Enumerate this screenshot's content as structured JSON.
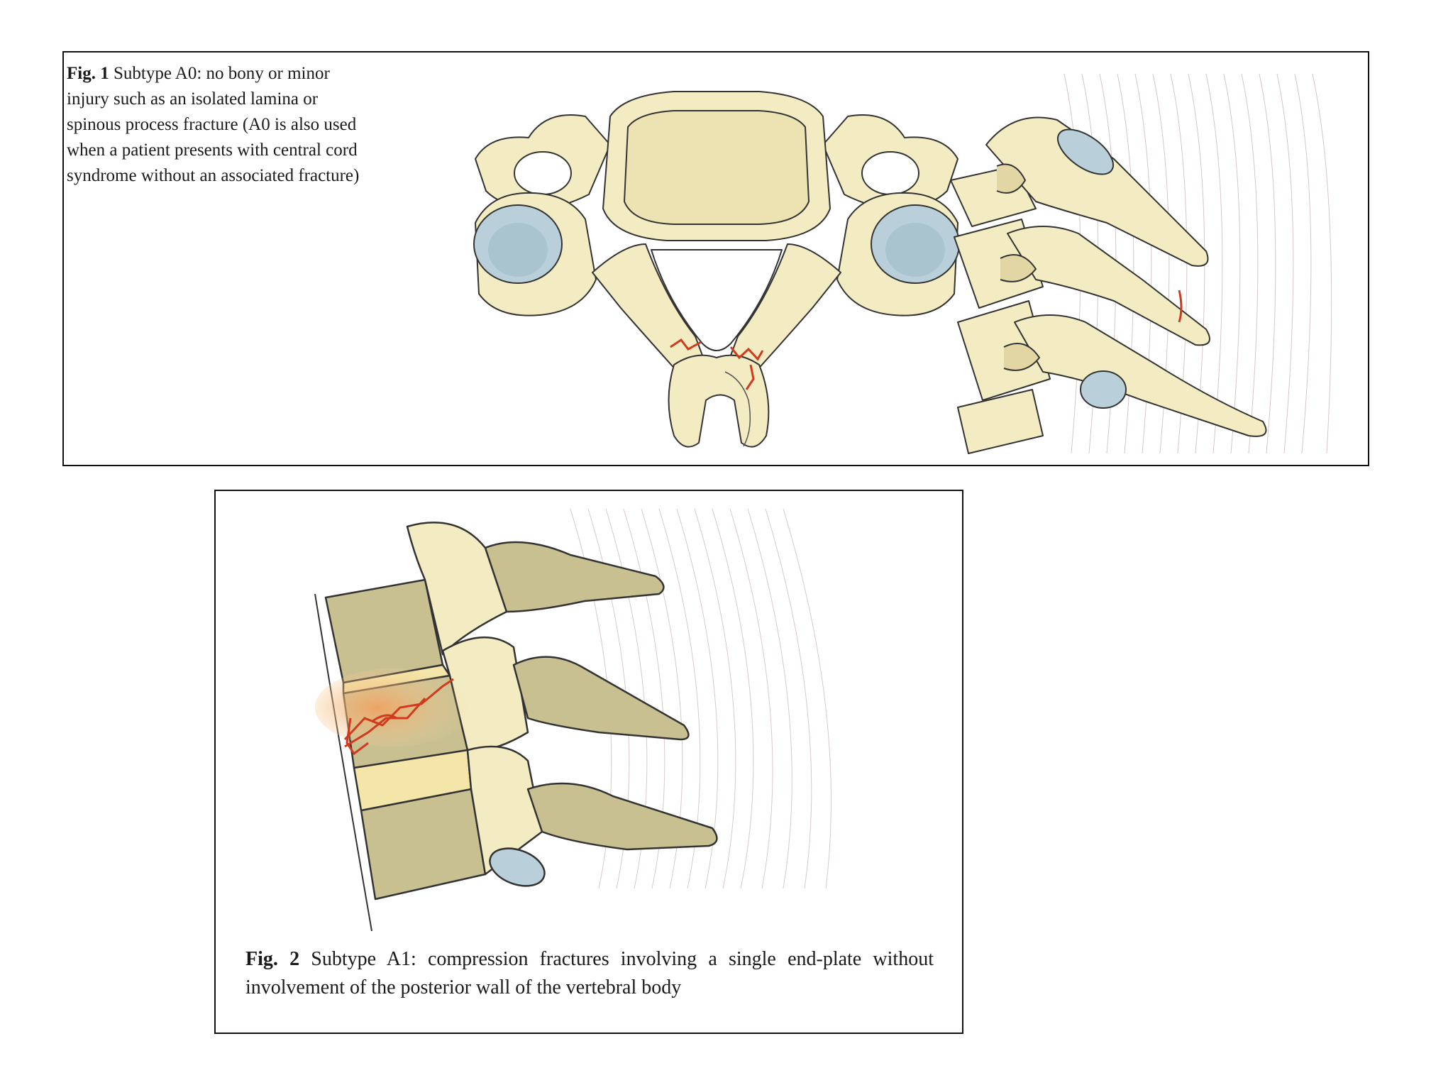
{
  "figures": [
    {
      "label": "Fig. 1",
      "caption": "Subtype A0: no bony or minor injury such as an isolated lamina or spinous process fracture (A0 is also used when a patient presents with central cord syndrome without an associated fracture)"
    },
    {
      "label": "Fig. 2",
      "caption": "Subtype A1: compression fractures involving a single end-plate without involvement of the posterior wall of the vertebral body"
    }
  ],
  "colors": {
    "bone": "#f3ecc2",
    "bone_shadow": "#e2d7a4",
    "bone_dark": "#c9c092",
    "cartilage": "#b9d0da",
    "fracture": "#d23a1e",
    "muscle_line": "#c9b8b8",
    "outline": "#333333"
  }
}
